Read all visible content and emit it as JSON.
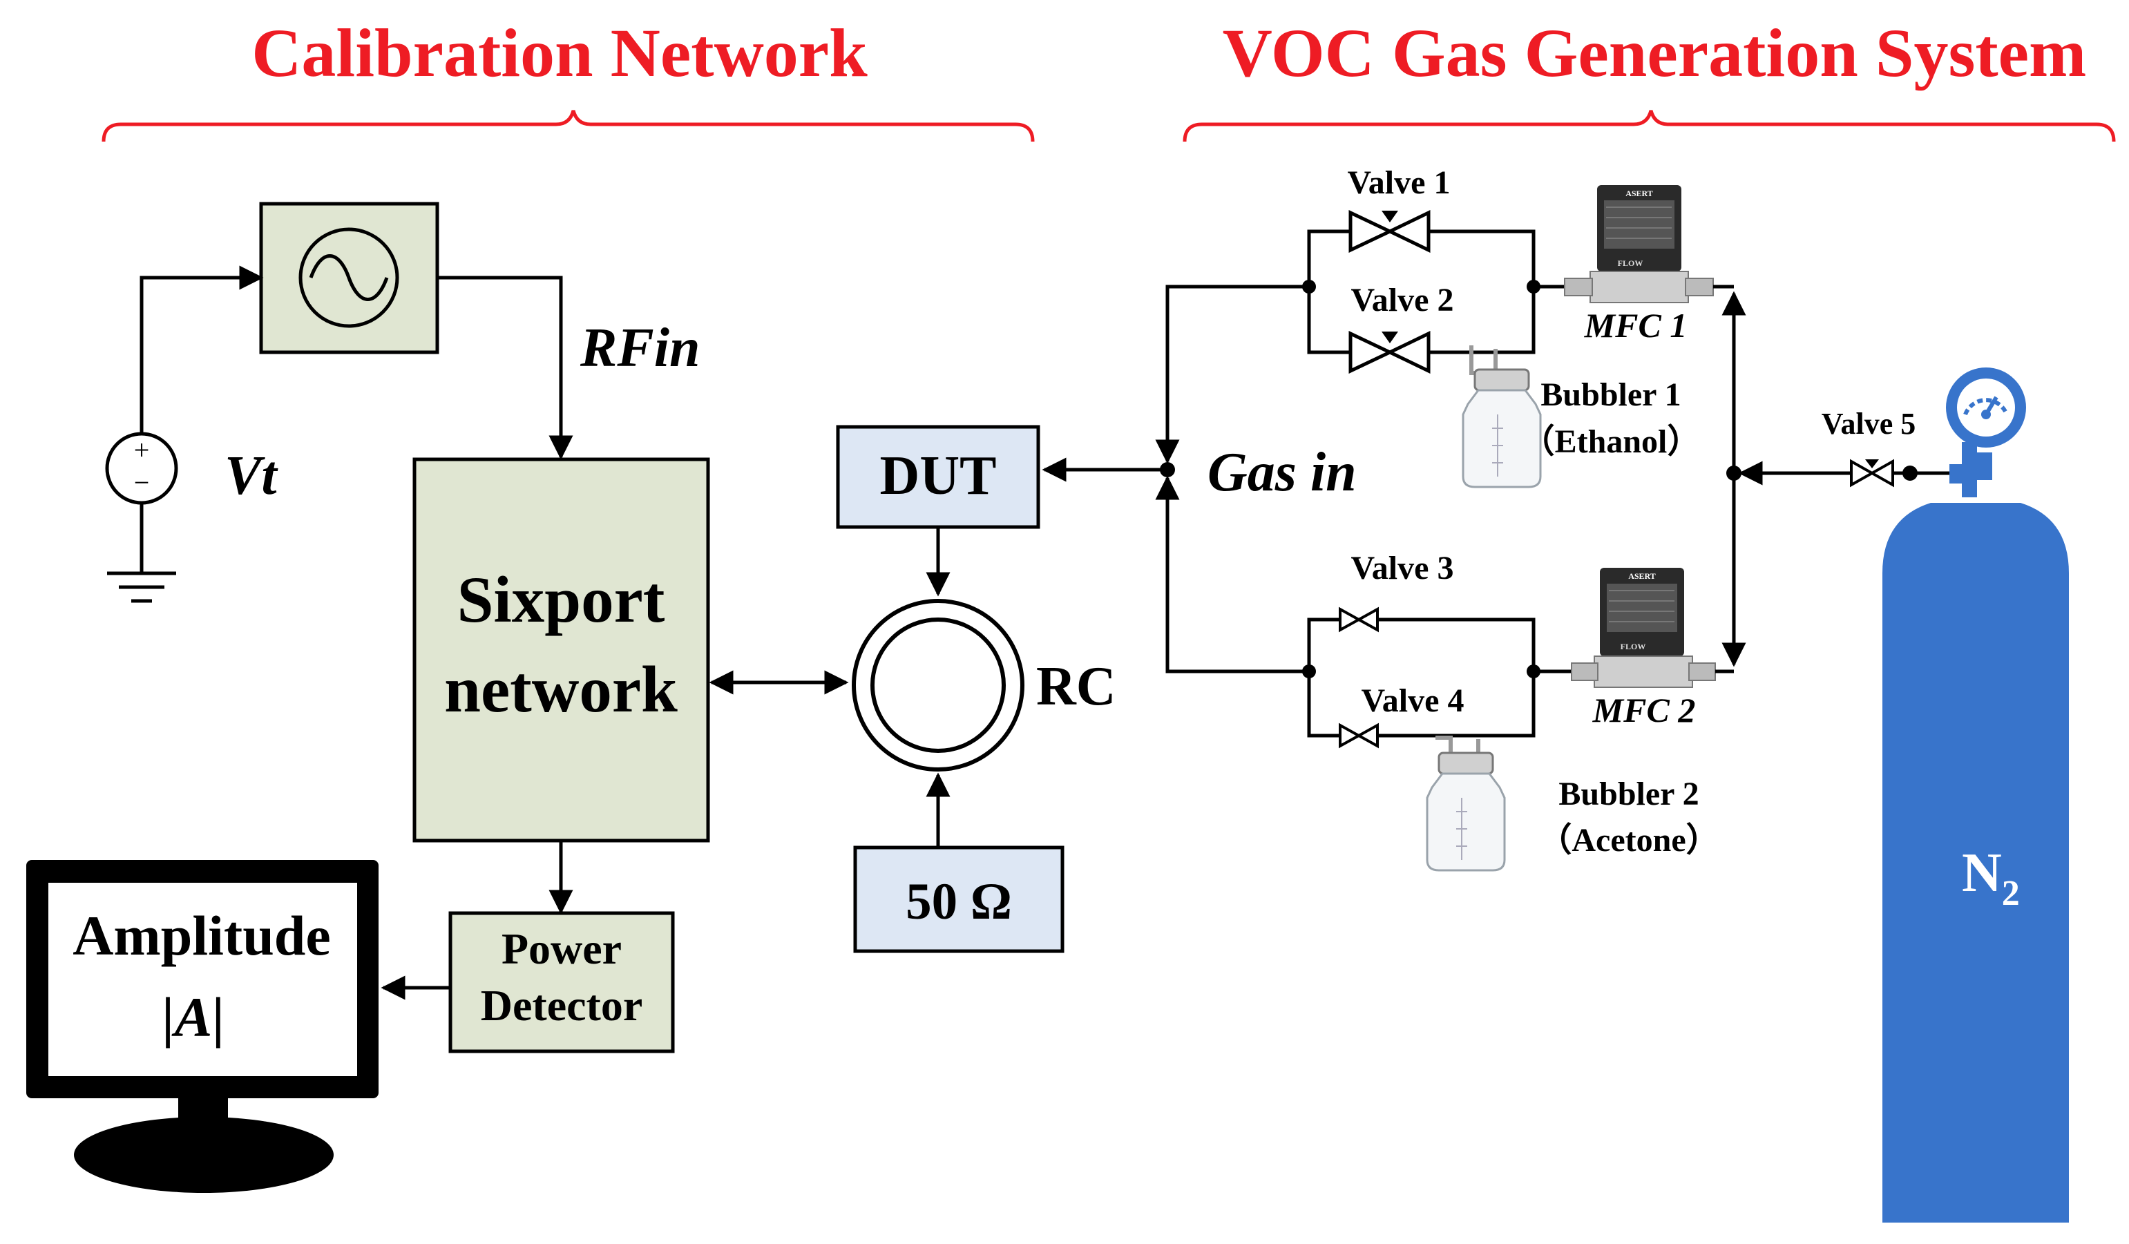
{
  "sections": {
    "calibration_title": "Calibration Network",
    "voc_title": "VOC Gas Generation System"
  },
  "labels": {
    "vt": "Vt",
    "rfin": "RFin",
    "sixport_line1": "Sixport",
    "sixport_line2": "network",
    "dut": "DUT",
    "rc": "RC",
    "load": "50 Ω",
    "power_line1": "Power",
    "power_line2": "Detector",
    "amplitude_line1": "Amplitude",
    "amplitude_line2": "|A|",
    "gas_in": "Gas in",
    "valve1": "Valve 1",
    "valve2": "Valve 2",
    "valve3": "Valve 3",
    "valve4": "Valve 4",
    "valve5": "Valve 5",
    "mfc1": "MFC 1",
    "mfc2": "MFC 2",
    "bubbler1_line1": "Bubbler 1",
    "bubbler1_line2": "（Ethanol）",
    "bubbler2_line1": "Bubbler 2",
    "bubbler2_line2": "（Acetone）",
    "n2": "N",
    "n2_sub": "2",
    "src_plus": "+",
    "src_minus": "−",
    "mfc_brand": "ASERT",
    "mfc_flow": "FLOW"
  },
  "colors": {
    "accent_red": "#ee1c24",
    "green_box": "#e0e6d2",
    "blue_box": "#dde7f4",
    "cylinder_blue": "#3874cb"
  }
}
